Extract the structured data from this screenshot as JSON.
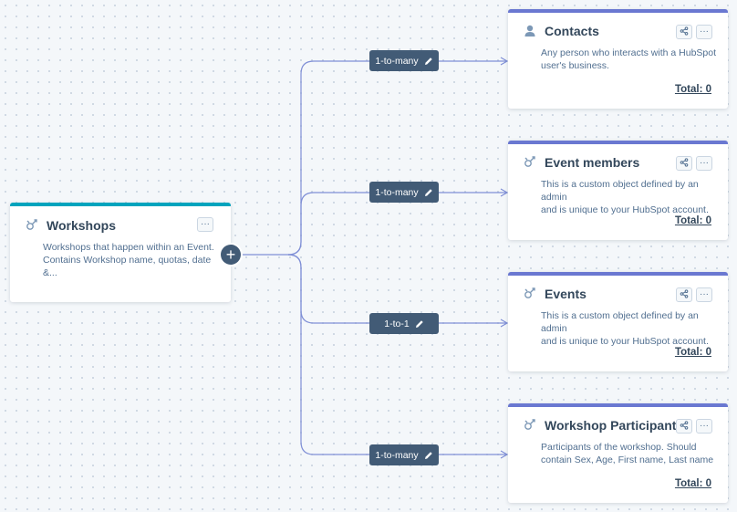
{
  "source": {
    "title": "Workshops",
    "description_line1": "Workshops that happen within an Event.",
    "description_line2": "Contains Workshop name, quotas, date &...",
    "menu_label": "···"
  },
  "add_label": "+",
  "associations": [
    {
      "label": "1-to-many"
    },
    {
      "label": "1-to-many"
    },
    {
      "label": "1-to-1"
    },
    {
      "label": "1-to-many"
    }
  ],
  "targets": [
    {
      "title": "Contacts",
      "description_line1": "Any person who interacts with a HubSpot",
      "description_line2": "user's business.",
      "total": "Total: 0",
      "icon": "person-icon"
    },
    {
      "title": "Event members",
      "description_line1": "This is a custom object defined by an admin",
      "description_line2": "and is unique to your HubSpot account.",
      "total": "Total: 0",
      "icon": "custom-object-icon"
    },
    {
      "title": "Events",
      "description_line1": "This is a custom object defined by an admin",
      "description_line2": "and is unique to your HubSpot account.",
      "total": "Total: 0",
      "icon": "custom-object-icon"
    },
    {
      "title": "Workshop Participants",
      "description_line1": "Participants of the workshop. Should",
      "description_line2": "contain Sex, Age, First name, Last name",
      "total": "Total: 0",
      "icon": "custom-object-icon"
    }
  ],
  "colors": {
    "source_accent": "#00a4bd",
    "target_accent": "#6a78d1",
    "pill_bg": "#425b76",
    "connector": "#7f8fd6"
  }
}
